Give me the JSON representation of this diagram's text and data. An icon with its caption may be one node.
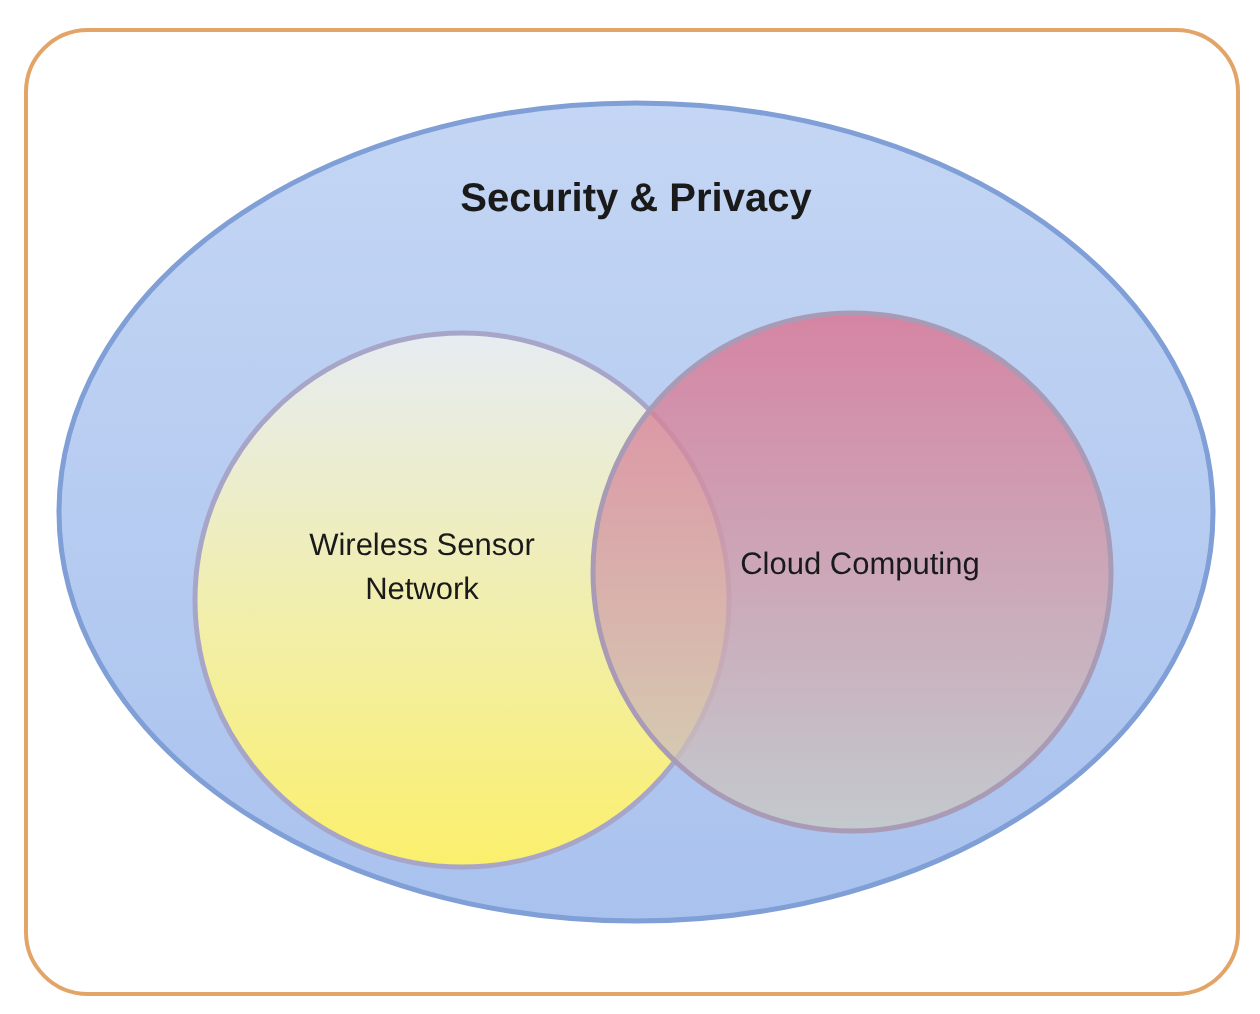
{
  "diagram": {
    "nodes": [
      {
        "text": [
          "Security & Privacy"
        ]
      },
      {
        "text": [
          "Wireless Sensor Network"
        ],
        "in": 0
      },
      {
        "text": [
          "Cloud Computing"
        ],
        "in": 0
      }
    ]
  }
}
